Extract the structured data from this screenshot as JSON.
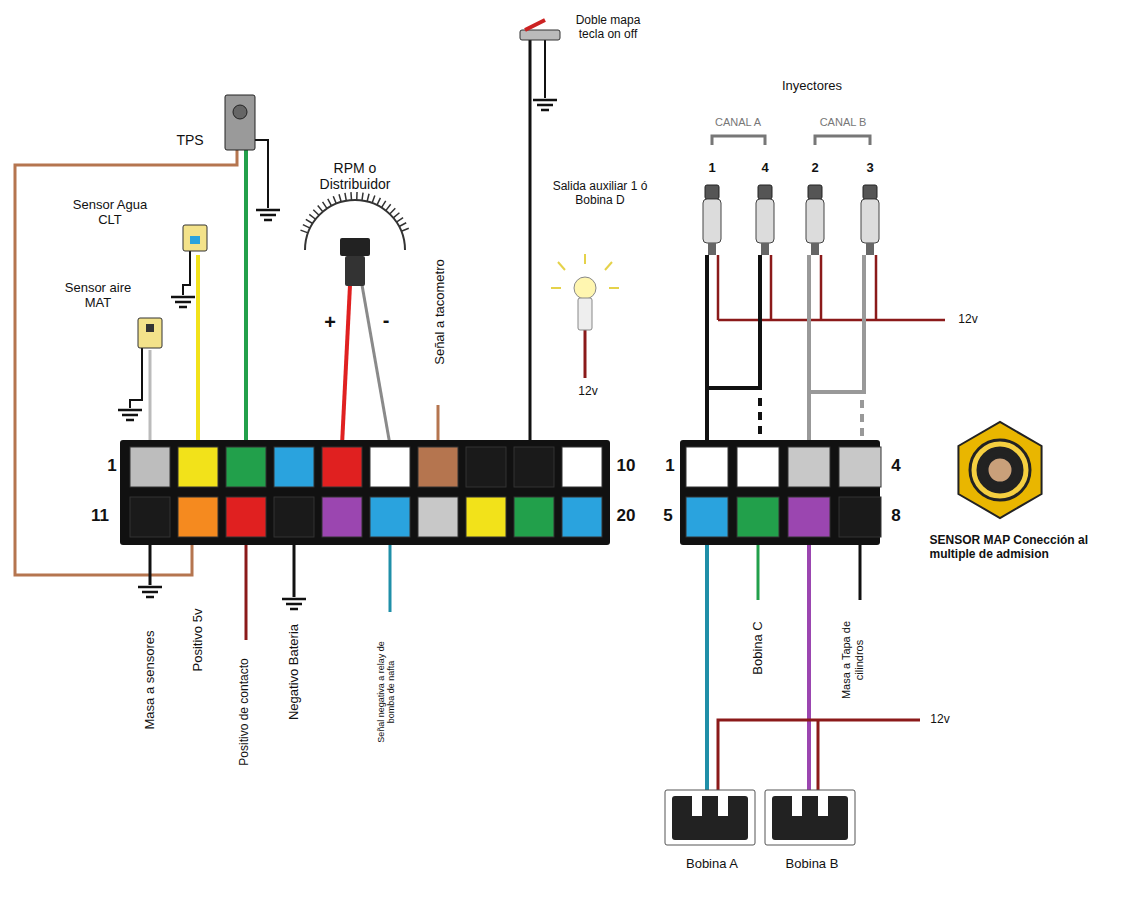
{
  "diagram": {
    "labels": [
      "Doble mapa tecla on off",
      "Inyectores",
      "CANAL A",
      "CANAL B",
      "1",
      "4",
      "2",
      "3",
      "TPS",
      "RPM o Distribuidor",
      "+",
      "-",
      "Señal a tacometro",
      "Salida auxiliar 1 ó Bobina D",
      "Sensor Agua CLT",
      "Sensor aire MAT",
      "12v",
      "12v",
      "1",
      "10",
      "11",
      "20",
      "1",
      "4",
      "5",
      "8",
      "SENSOR MAP Conección al multiple de admision",
      "Masa a sensores",
      "Positivo 5v",
      "Positivo de contacto",
      "Negativo Bateria",
      "Señal negativa a relay de bomba de nafta",
      "Bobina C",
      "Masa a Tapa de cilindros",
      "12v",
      "Bobina A",
      "Bobina B"
    ]
  }
}
